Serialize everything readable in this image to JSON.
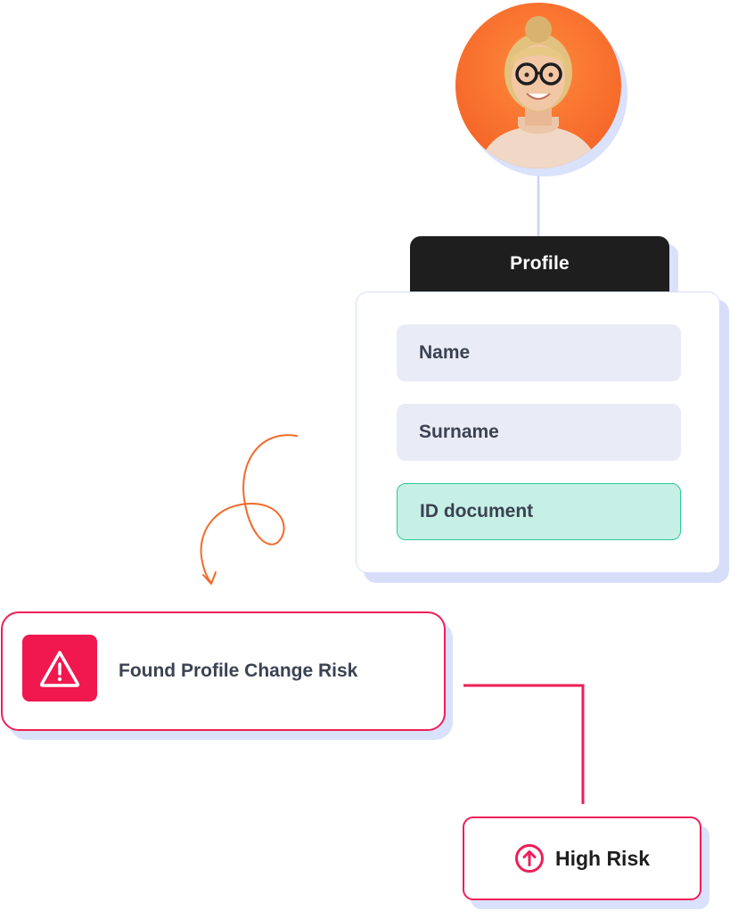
{
  "profile": {
    "tab_label": "Profile",
    "fields": [
      {
        "label": "Name",
        "highlighted": false
      },
      {
        "label": "Surname",
        "highlighted": false
      },
      {
        "label": "ID document",
        "highlighted": true
      }
    ]
  },
  "alert": {
    "label": "Found Profile Change Risk",
    "icon": "warning-triangle-icon"
  },
  "result": {
    "label": "High Risk",
    "icon": "arrow-up-circle-icon"
  },
  "avatar": {
    "icon": "user-photo-avatar"
  },
  "colors": {
    "accent_red": "#ee1f58",
    "accent_orange": "#f36a2a",
    "highlight_green": "#2cc89a",
    "highlight_green_fill": "#c6f0e5",
    "field_fill": "#e9ecf6",
    "tab_dark": "#1e1e1e",
    "shadow_blue": "#d9e1fb"
  }
}
